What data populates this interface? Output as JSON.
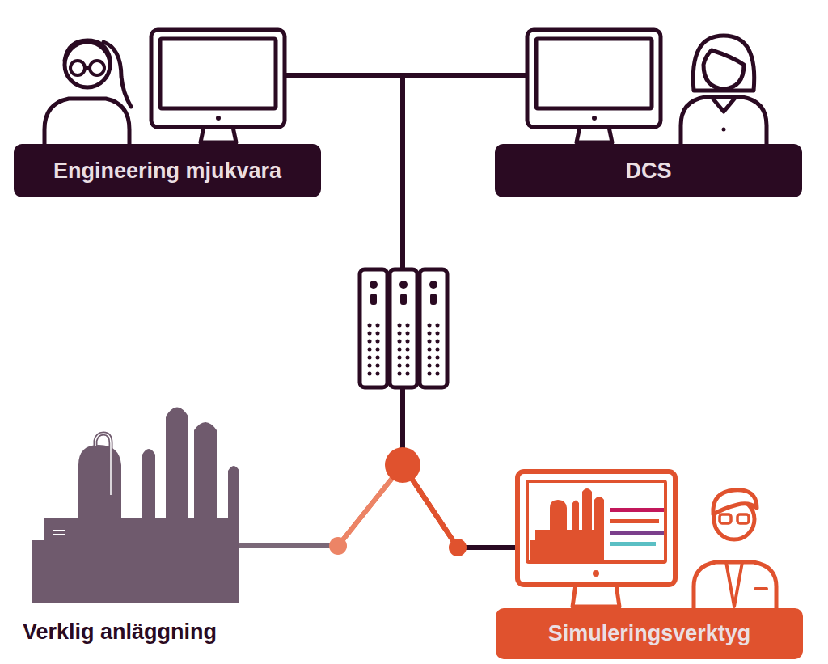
{
  "diagram": {
    "nodes": [
      {
        "text": [
          "Engineering mjukvara"
        ]
      },
      {
        "text": [
          "DCS"
        ]
      },
      {
        "text": [
          "Verklig anläggning"
        ]
      },
      {
        "text": [
          "Simuleringsverktyg"
        ]
      }
    ],
    "edges": [
      {
        "from": 0,
        "to": 1,
        "arrow": "none"
      },
      {
        "from": 0,
        "to": 2,
        "arrow": "none"
      },
      {
        "from": 0,
        "to": 3,
        "arrow": "none"
      },
      {
        "from": 1,
        "to": 2,
        "arrow": "none"
      },
      {
        "from": 1,
        "to": 3,
        "arrow": "none"
      },
      {
        "from": 2,
        "to": 3,
        "arrow": "none"
      }
    ]
  }
}
